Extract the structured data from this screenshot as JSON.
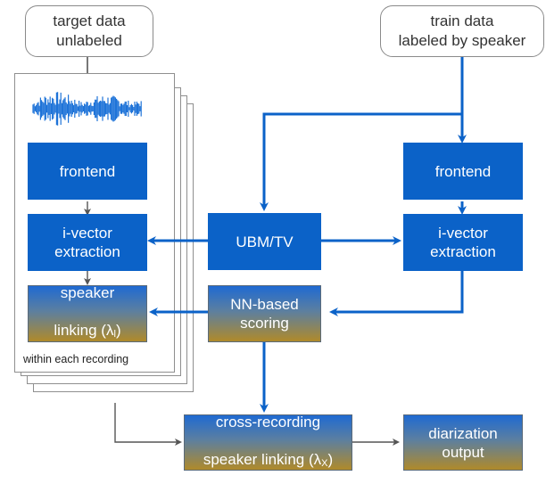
{
  "nodes": {
    "target_data": "target data\nunlabeled",
    "train_data": "train data\nlabeled by speaker",
    "frontend_left": "frontend",
    "frontend_right": "frontend",
    "ivector_left": "i-vector\nextraction",
    "ivector_right": "i-vector\nextraction",
    "ubm_tv": "UBM/TV",
    "speaker_linking_line1": "speaker",
    "speaker_linking_line2": "linking (λ",
    "speaker_linking_sub": "l",
    "speaker_linking_close": ")",
    "nn_scoring": "NN-based\nscoring",
    "cross_line1": "cross-recording",
    "cross_line2": "speaker linking (λ",
    "cross_sub": "X",
    "cross_close": ")",
    "diarization": "diarization\noutput",
    "within_caption": "within each recording"
  },
  "colors": {
    "accent_blue": "#0b62c8",
    "arrow_gray": "#555555",
    "gradient_bottom": "#b08a2a"
  }
}
